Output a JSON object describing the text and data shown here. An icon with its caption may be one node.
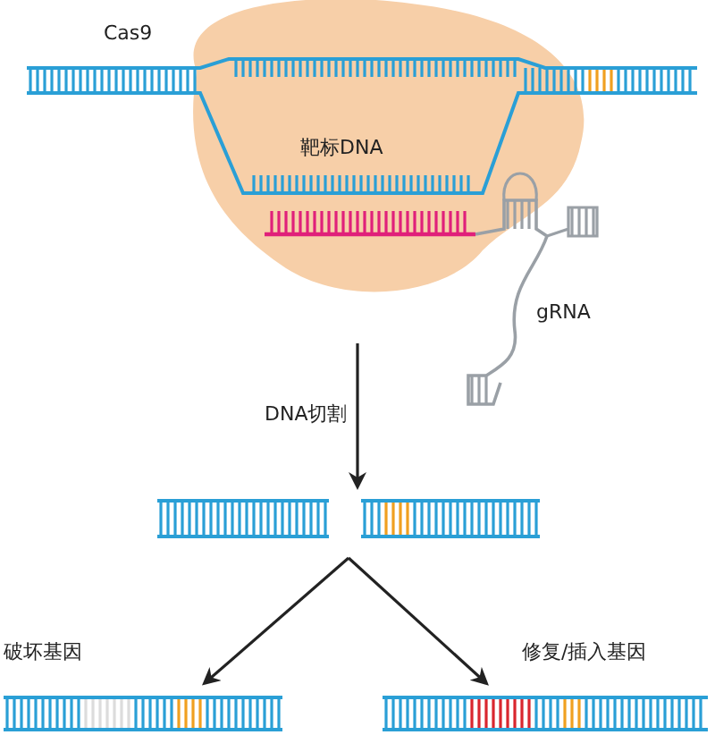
{
  "diagram": {
    "nodes": [
      {
        "text": [],
        "shape": "picture"
      },
      {
        "text": [],
        "shape": "picture"
      },
      {
        "text": [],
        "shape": "picture",
        "beside": [
          "破坏基因"
        ]
      },
      {
        "text": [],
        "shape": "picture",
        "beside": [
          "修复/插入基因"
        ]
      }
    ],
    "edges": [
      {
        "from": 0,
        "to": 1,
        "arrow": "to",
        "label": "DNA切割"
      },
      {
        "from": 1,
        "to": 2,
        "arrow": "to"
      },
      {
        "from": 1,
        "to": 3,
        "arrow": "to"
      }
    ],
    "labels": [
      "Cas9",
      "靶标DNA",
      "gRNA"
    ]
  }
}
